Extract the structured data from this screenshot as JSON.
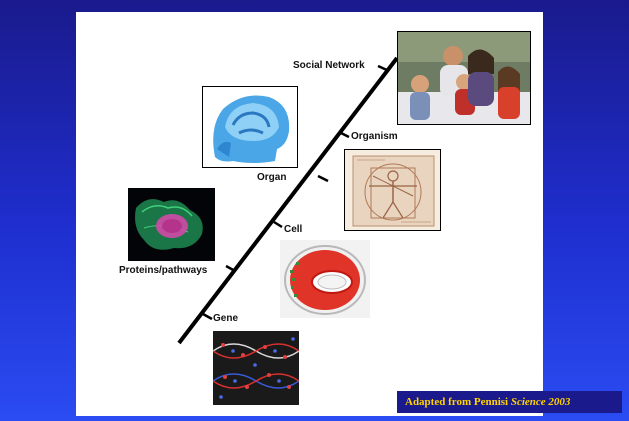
{
  "levels": {
    "social_network": "Social Network",
    "organism": "Organism",
    "organ": "Organ",
    "cell": "Cell",
    "proteins": "Proteins/pathways",
    "gene": "Gene"
  },
  "credit": {
    "prefix": "Adapted from Pennisi ",
    "journal": "Science 2003"
  },
  "colors": {
    "background_dark": "#1a1a8c",
    "background_light": "#2a4cf2",
    "credit_text": "#ffd200",
    "scale_line": "#000000"
  },
  "icons": [
    "family-photo",
    "brain-mri-scan",
    "vitruvian-man-sketch",
    "cell-diagram",
    "fluorescent-cell-image",
    "dna-helix-image"
  ]
}
